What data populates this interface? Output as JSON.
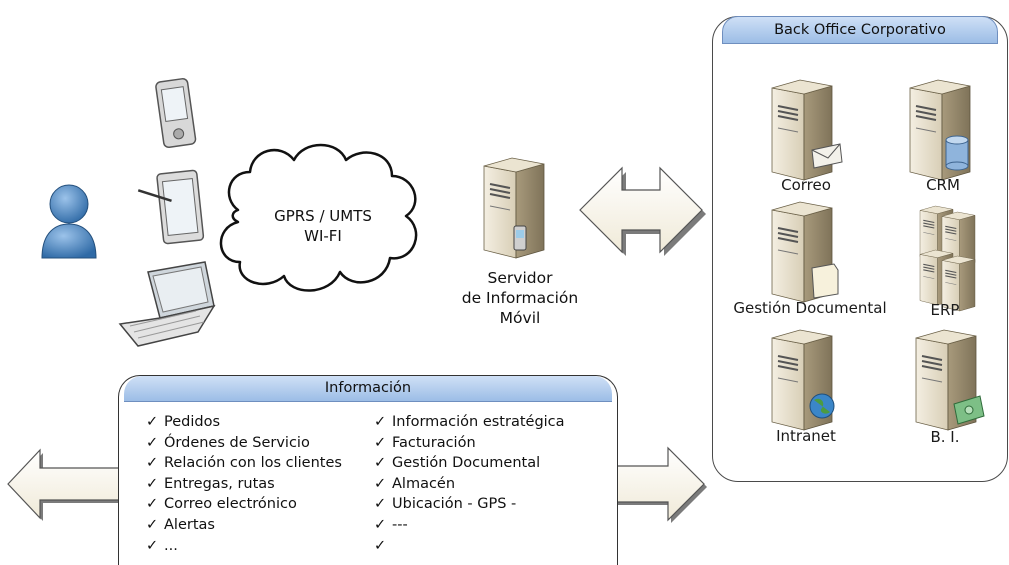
{
  "network": {
    "line1": "GPRS / UMTS",
    "line2": "WI-FI"
  },
  "server": {
    "line1": "Servidor",
    "line2": "de Información",
    "line3": "Móvil"
  },
  "back_office": {
    "title": "Back Office Corporativo",
    "items": [
      "Correo",
      "CRM",
      "Gestión Documental",
      "ERP",
      "Intranet",
      "B. I."
    ]
  },
  "info": {
    "title": "Información",
    "check": "✓",
    "left": [
      "Pedidos",
      "Órdenes de Servicio",
      "Relación con los clientes",
      "Entregas, rutas",
      "Correo electrónico",
      "Alertas",
      "..."
    ],
    "right": [
      "Información estratégica",
      "Facturación",
      "Gestión Documental",
      "Almacén",
      "Ubicación - GPS -",
      "---",
      ""
    ]
  },
  "icons": [
    "user-icon",
    "pda-icon",
    "tablet-icon",
    "laptop-icon",
    "cloud-icon",
    "server-icon",
    "mail-icon",
    "database-icon",
    "document-icon",
    "globe-icon",
    "money-icon",
    "double-arrow-icon"
  ]
}
